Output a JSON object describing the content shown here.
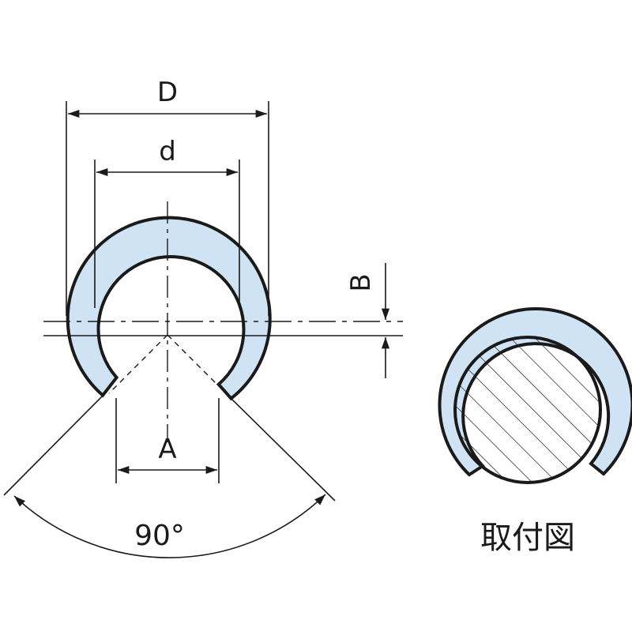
{
  "colors": {
    "ring_fill": "#cfe3f5",
    "line": "#1a1a1a",
    "background": "#ffffff"
  },
  "labels": {
    "outer_diameter": "D",
    "inner_diameter": "d",
    "opening_width": "A",
    "offset": "B",
    "opening_angle": "90°",
    "install_caption": "取付図"
  }
}
